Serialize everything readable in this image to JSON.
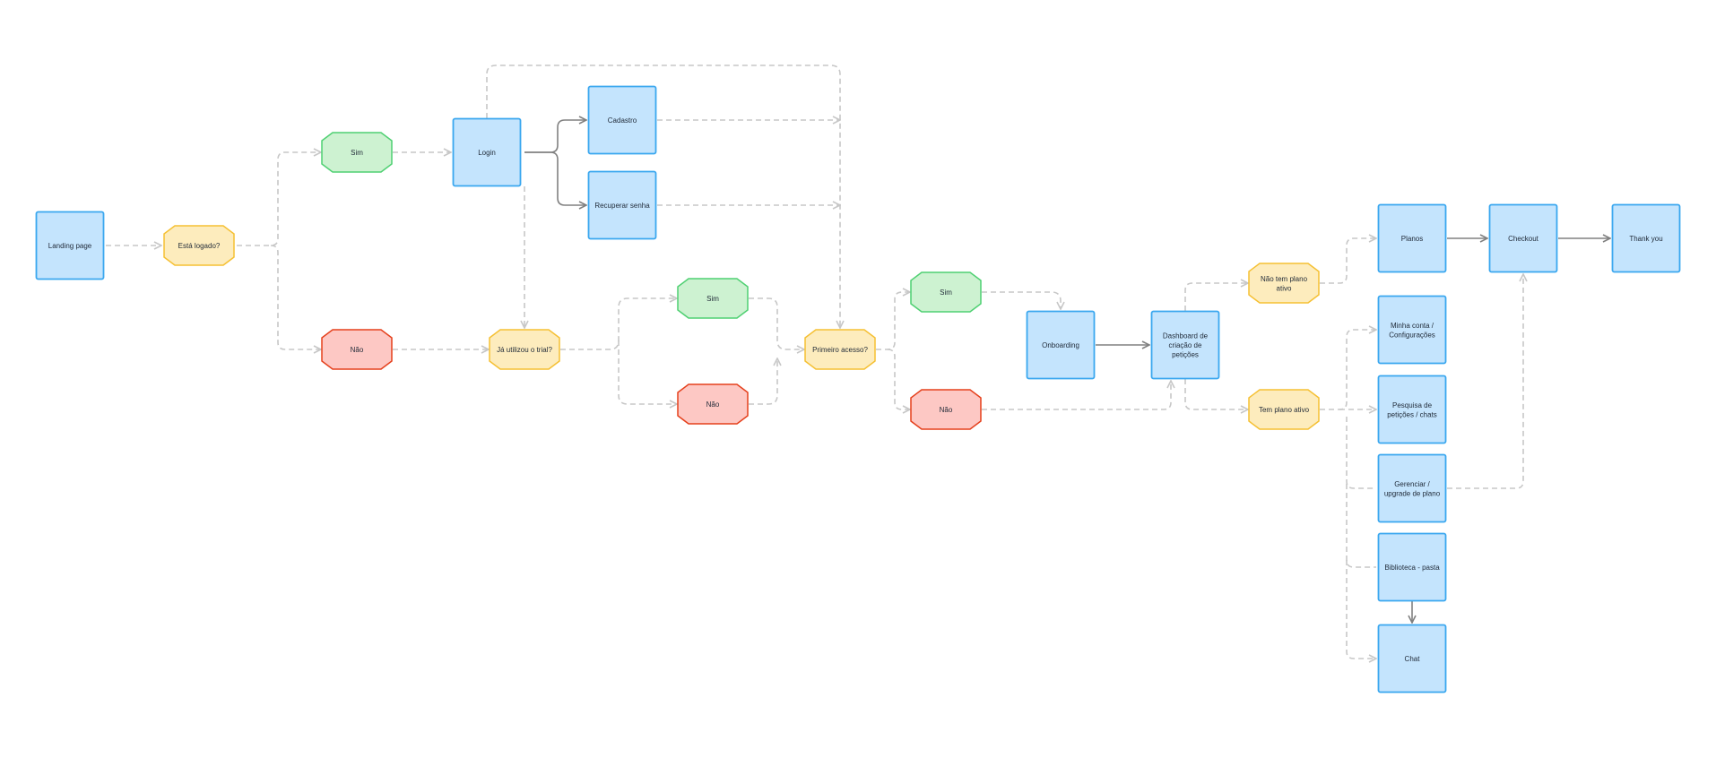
{
  "colors": {
    "page_node_fill": "#c4e4fd",
    "page_node_stroke": "#3aa7ef",
    "question_fill": "#fdecbd",
    "question_stroke": "#f5c033",
    "yes_fill": "#cdf2d1",
    "yes_stroke": "#4fd072",
    "no_fill": "#fdc8c4",
    "no_stroke": "#e5401c",
    "solid_arrow": "#808080",
    "dashed_arrow": "#c7c7c7"
  },
  "nodes": {
    "landing_page": {
      "lines": [
        "Landing page"
      ]
    },
    "esta_logado": {
      "lines": [
        "Está logado?"
      ]
    },
    "sim_1": {
      "lines": [
        "Sim"
      ]
    },
    "nao_1": {
      "lines": [
        "Não"
      ]
    },
    "login": {
      "lines": [
        "Login"
      ]
    },
    "cadastro": {
      "lines": [
        "Cadastro"
      ]
    },
    "recuperar_senha": {
      "lines": [
        "Recuperar senha"
      ]
    },
    "ja_utilizou_trial": {
      "lines": [
        "Já utilizou o trial?"
      ]
    },
    "sim_2": {
      "lines": [
        "Sim"
      ]
    },
    "nao_2": {
      "lines": [
        "Não"
      ]
    },
    "primeiro_acesso": {
      "lines": [
        "Primeiro acesso?"
      ]
    },
    "sim_3": {
      "lines": [
        "Sim"
      ]
    },
    "nao_3": {
      "lines": [
        "Não"
      ]
    },
    "onboarding": {
      "lines": [
        "Onboarding"
      ]
    },
    "dashboard": {
      "lines": [
        "Dashboard de",
        "criação de",
        "petições"
      ]
    },
    "nao_tem_plano": {
      "lines": [
        "Não tem plano",
        "ativo"
      ]
    },
    "tem_plano": {
      "lines": [
        "Tem plano ativo"
      ]
    },
    "planos": {
      "lines": [
        "Planos"
      ]
    },
    "checkout": {
      "lines": [
        "Checkout"
      ]
    },
    "thank_you": {
      "lines": [
        "Thank you"
      ]
    },
    "minha_conta": {
      "lines": [
        "Minha conta /",
        "Configurações"
      ]
    },
    "pesquisa": {
      "lines": [
        "Pesquisa de",
        "petições / chats"
      ]
    },
    "gerenciar_plano": {
      "lines": [
        "Gerenciar /",
        "upgrade de plano"
      ]
    },
    "biblioteca": {
      "lines": [
        "Biblioteca - pasta"
      ]
    },
    "chat": {
      "lines": [
        "Chat"
      ]
    }
  }
}
